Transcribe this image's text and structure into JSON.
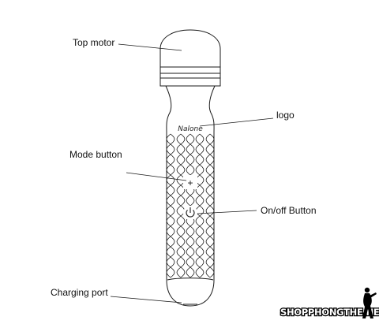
{
  "labels": {
    "top_motor": "Top motor",
    "logo": "logo",
    "mode_button": "Mode button",
    "onoff_button": "On/off Button",
    "charging_port": "Charging port"
  },
  "device": {
    "brand": "Nalone",
    "mode_glyph": "+",
    "power_icon": "power-icon"
  },
  "watermark": {
    "text": "SHOPPHONGTHE.NET",
    "icon": "silhouette-icon"
  },
  "colors": {
    "line": "#1a1a1a",
    "watermark_fill": "#ffffff",
    "watermark_stroke": "#000000"
  }
}
